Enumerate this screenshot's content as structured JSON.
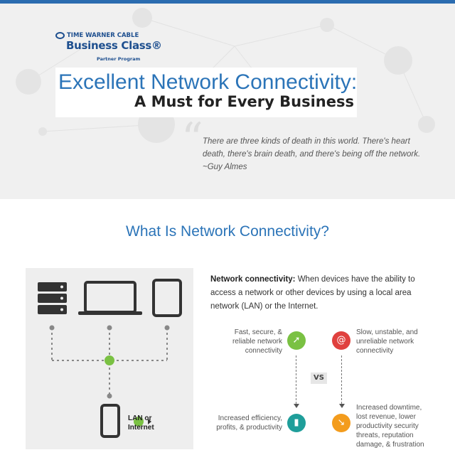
{
  "logo": {
    "line1": "TIME WARNER CABLE",
    "line2": "Business Class®",
    "line3": "Partner Program"
  },
  "hero": {
    "title_line1": "Excellent Network Connectivity:",
    "title_line2": "A Must for Every Business",
    "quote": "There are three kinds of death in this world. There's heart death, there's brain death, and there's being off the network.",
    "quote_author": "~Guy Almes"
  },
  "section": {
    "title": "What Is Network Connectivity?",
    "definition_term": "Network connectivity:",
    "definition_text": " When devices have the ability to access a network or other devices by using a local area network (LAN) or the Internet."
  },
  "diagram": {
    "hub_label_line1": "LAN or",
    "hub_label_line2": "Internet",
    "hub_color": "#7ac143"
  },
  "comparison": {
    "good_cause": "Fast, secure, & reliable network connectivity",
    "good_cause_icon": "rocket-icon",
    "good_cause_color": "#7ac143",
    "good_effect": "Increased efficiency, profits, & productivity",
    "good_effect_icon": "bar-chart-icon",
    "good_effect_color": "#1f9e9a",
    "bad_cause": "Slow, unstable, and unreliable network connectivity",
    "bad_cause_icon": "snail-icon",
    "bad_cause_color": "#e0413e",
    "bad_effect": "Increased downtime, lost revenue, lower productivity security threats, reputation damage, & frustration",
    "bad_effect_icon": "downtrend-icon",
    "bad_effect_color": "#f39c1d",
    "vs_label": "VS"
  }
}
